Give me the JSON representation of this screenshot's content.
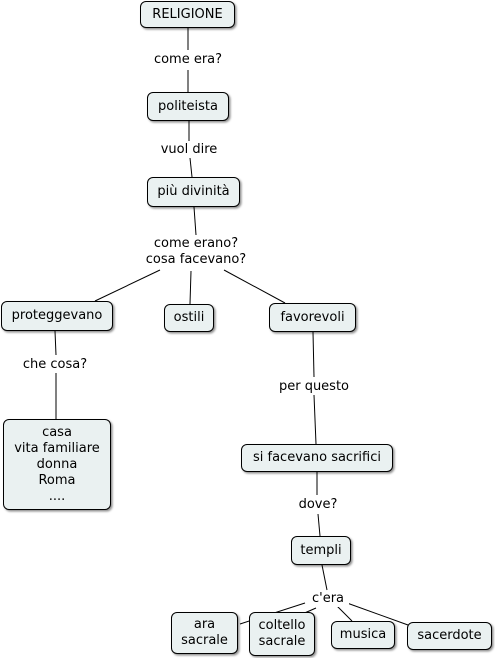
{
  "nodes": {
    "religione": "RELIGIONE",
    "politeista": "politeista",
    "divinita": "più divinità",
    "proteggevano": "proteggevano",
    "ostili": "ostili",
    "favorevoli": "favorevoli",
    "casa_list": [
      "casa",
      "vita familiare",
      "donna",
      "Roma",
      "...."
    ],
    "sacrifici": "si facevano sacrifici",
    "templi": "templi",
    "ara_sacrale": [
      "ara",
      "sacrale"
    ],
    "coltello_sacrale": [
      "coltello",
      "sacrale"
    ],
    "musica": "musica",
    "sacerdote": "sacerdote"
  },
  "links": {
    "come_era": "come era?",
    "vuol_dire": "vuol dire",
    "come_erano": [
      "come erano?",
      "cosa facevano?"
    ],
    "che_cosa": "che cosa?",
    "per_questo": "per questo",
    "dove": "dove?",
    "c_era": "c'era"
  },
  "colors": {
    "node_fill": "#eaf1f1",
    "line": "#000000"
  }
}
